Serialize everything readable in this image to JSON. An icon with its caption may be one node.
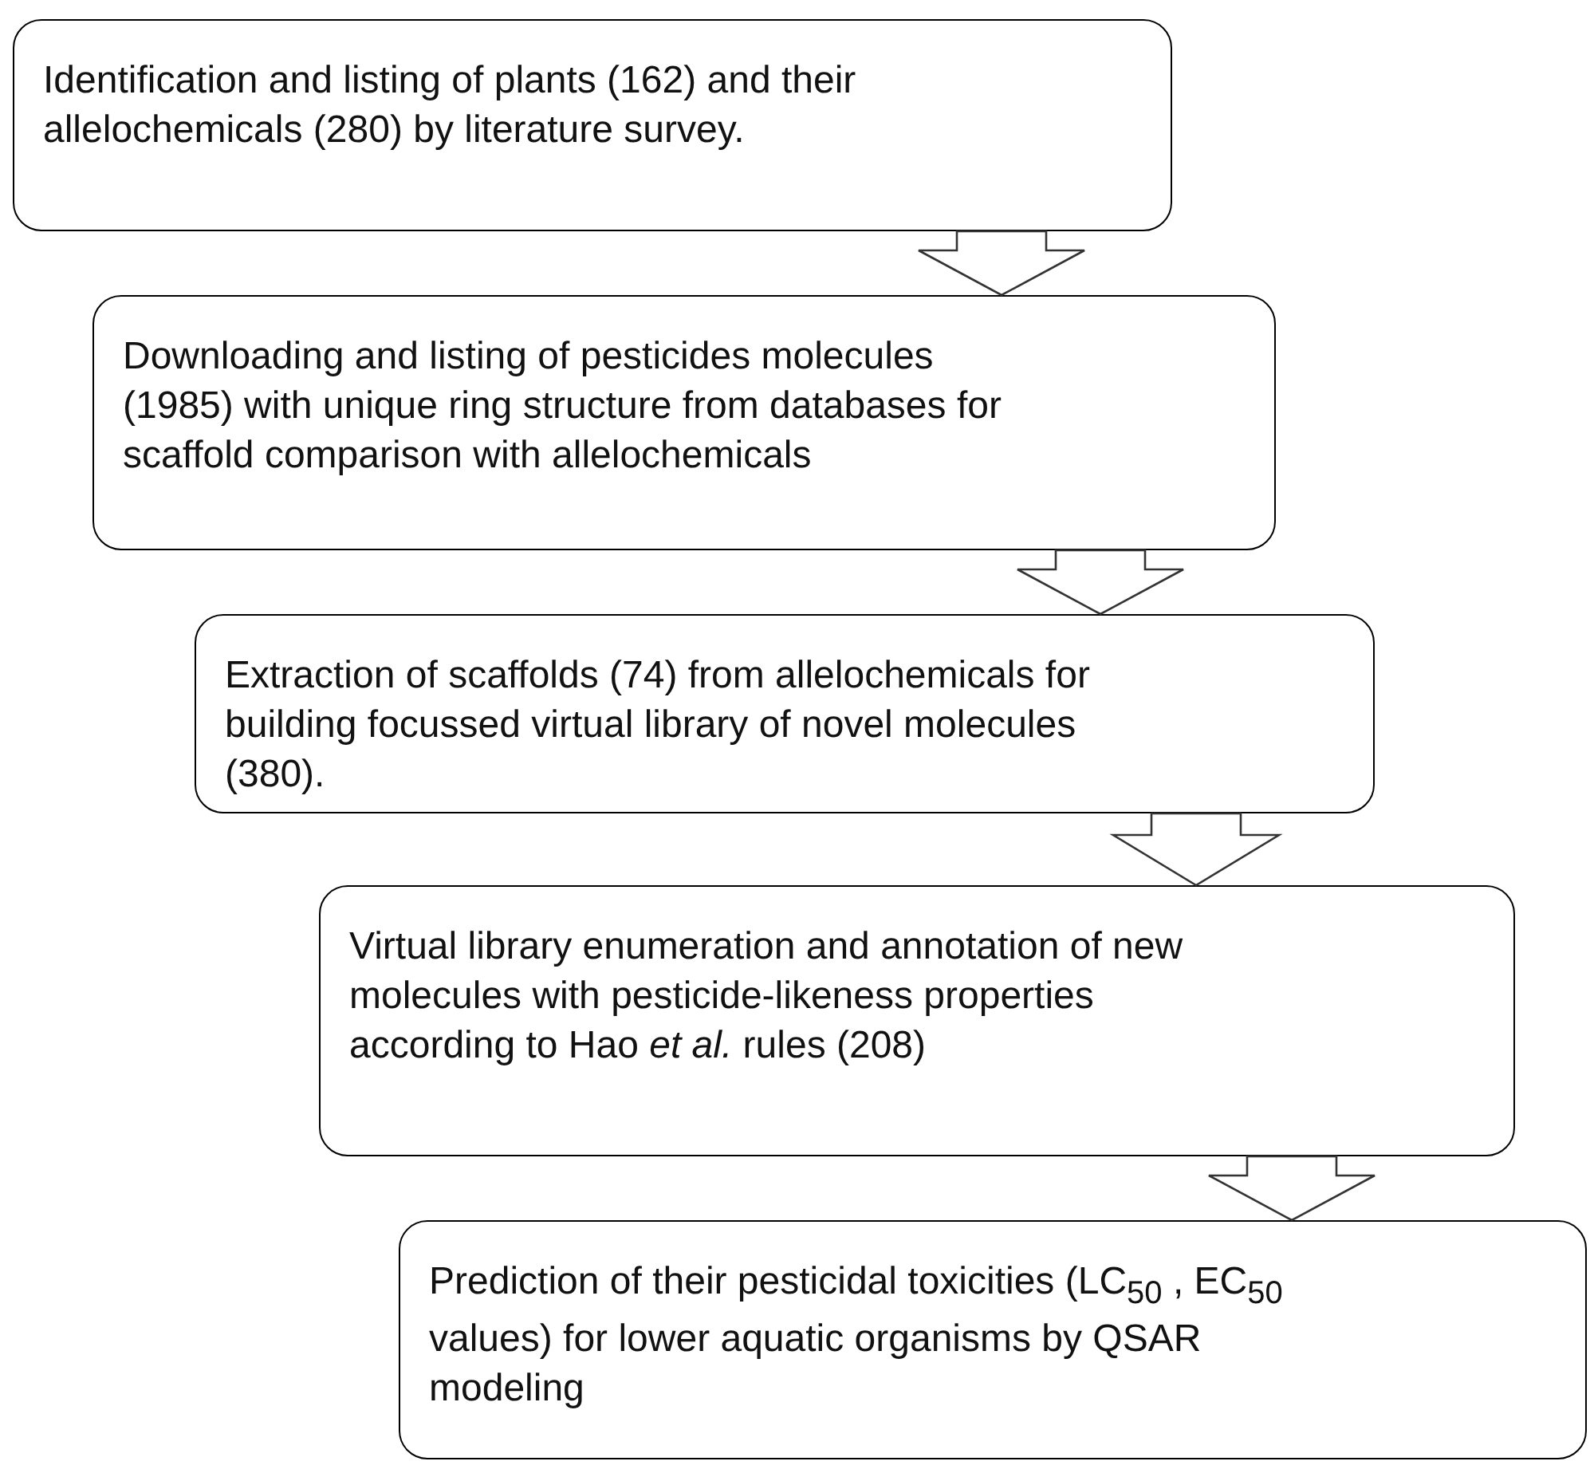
{
  "diagram": {
    "nodes": [
      {
        "text": [
          "Identification and listing of plants (162) and their allelochemicals (280) by literature survey."
        ]
      },
      {
        "text": [
          "Downloading and listing of pesticides molecules (1985) with unique ring structure from databases for scaffold comparison with allelochemicals"
        ]
      },
      {
        "text": [
          "Extraction of scaffolds (74) from allelochemicals for building focussed virtual library of novel molecules (380)."
        ]
      },
      {
        "text": [
          "Virtual library enumeration and annotation of new molecules with pesticide-likeness properties according to Hao *et al.* rules (208)"
        ]
      },
      {
        "text": [
          "Prediction of their pesticidal toxicities (LC$_{50}$ , EC$_{50}$ values) for lower aquatic organisms by QSAR modeling"
        ]
      }
    ],
    "edges": [
      {
        "from": 0,
        "to": 1,
        "arrow": "to"
      },
      {
        "from": 1,
        "to": 2,
        "arrow": "to"
      },
      {
        "from": 2,
        "to": 3,
        "arrow": "to"
      },
      {
        "from": 3,
        "to": 4,
        "arrow": "to"
      }
    ]
  }
}
